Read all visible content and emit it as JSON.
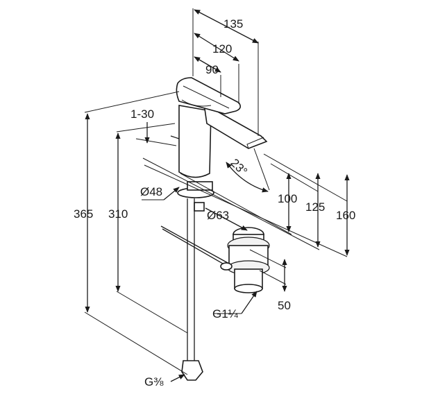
{
  "dimensions": {
    "d135": "135",
    "d120": "120",
    "d90": "90",
    "d1_30": "1-30",
    "angle": "23°",
    "d48": "Ø48",
    "d100": "100",
    "d125": "125",
    "d160": "160",
    "d365": "365",
    "d310": "310",
    "d63": "Ø63",
    "d50": "50",
    "g114": "G1¼",
    "g38": "G⅜"
  }
}
